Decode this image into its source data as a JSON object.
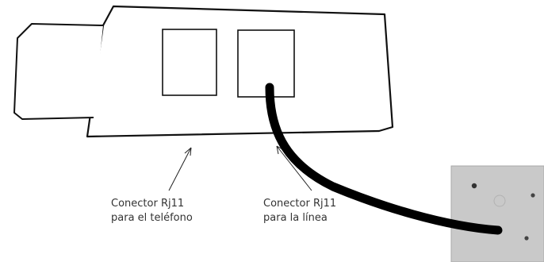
{
  "labels": {
    "phone_connector": {
      "line1": "Conector Rj11",
      "line2": "para el teléfono"
    },
    "line_connector": {
      "line1": "Conector Rj11",
      "line2": "para la línea"
    }
  }
}
